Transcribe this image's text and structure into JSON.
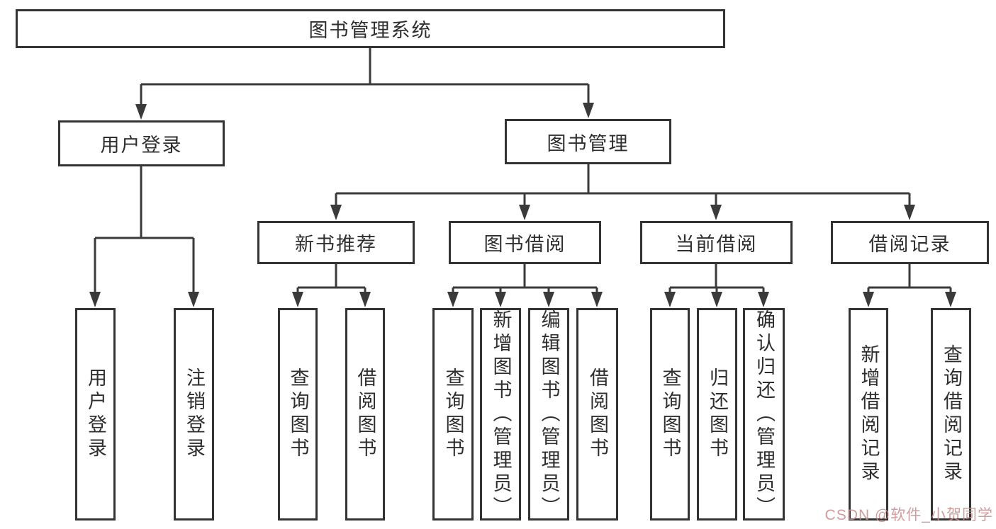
{
  "tree": {
    "root": {
      "label": "图书管理系统",
      "children": [
        {
          "label": "用户登录",
          "children": [
            {
              "label": "用户登录"
            },
            {
              "label": "注销登录"
            }
          ]
        },
        {
          "label": "图书管理",
          "children": [
            {
              "label": "新书推荐",
              "children": [
                {
                  "label": "查询图书"
                },
                {
                  "label": "借阅图书"
                }
              ]
            },
            {
              "label": "图书借阅",
              "children": [
                {
                  "label": "查询图书"
                },
                {
                  "label": "新增图书（管理员）"
                },
                {
                  "label": "编辑图书（管理员）"
                },
                {
                  "label": "借阅图书"
                }
              ]
            },
            {
              "label": "当前借阅",
              "children": [
                {
                  "label": "查询图书"
                },
                {
                  "label": "归还图书"
                },
                {
                  "label": "确认归还（管理员）"
                }
              ]
            },
            {
              "label": "借阅记录",
              "children": [
                {
                  "label": "新增借阅记录"
                },
                {
                  "label": "查询借阅记录"
                }
              ]
            }
          ]
        }
      ]
    }
  },
  "watermark": {
    "text": "CSDN @软件_小贺同学"
  },
  "colors": {
    "line": "#3a3a3a",
    "box_border": "#333333",
    "text": "#2e2e2e",
    "watermark": "#c98b8b",
    "background": "#ffffff"
  }
}
